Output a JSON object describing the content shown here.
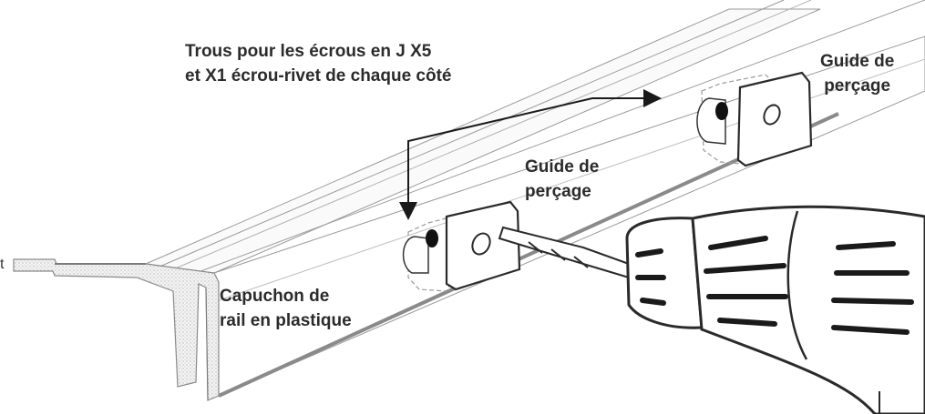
{
  "labels": {
    "holes_line1": "Trous pour les écrous en J X5",
    "holes_line2": "et X1 écrou-rivet de chaque côté",
    "guide_right_line1": "Guide de",
    "guide_right_line2": "perçage",
    "guide_mid_line1": "Guide de",
    "guide_mid_line2": "perçage",
    "cap_line1": "Capuchon de",
    "cap_line2": "rail en plastique",
    "edge_fragment": "t"
  },
  "colors": {
    "ink": "#2b2b2b",
    "rail_stipple": "#c8c8c8",
    "rail_outline": "#8a8a8a",
    "plate_fill": "#ffffff",
    "hole_dark": "#111111"
  },
  "icons": [
    "drill-icon",
    "drill-guide-icon",
    "rail-cap-icon",
    "arrow-icon"
  ]
}
